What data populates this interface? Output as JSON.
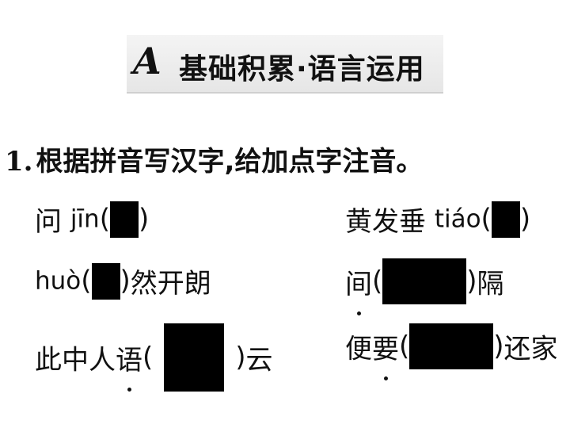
{
  "section": {
    "letter": "A",
    "title": "基础积累·语言运用"
  },
  "question": {
    "number": "1.",
    "text": "根据拼音写汉字,给加点字注音。"
  },
  "items": [
    {
      "before": "问",
      "pinyin": "jīn",
      "open": "(",
      "close": ")",
      "after": ""
    },
    {
      "before": "黄发垂",
      "pinyin": "tiáo",
      "open": "(",
      "close": ")",
      "after": ""
    },
    {
      "before": "",
      "pinyin": "huò",
      "open": "(",
      "close": ")",
      "after": "然开朗"
    },
    {
      "before_plain": "",
      "dotted": "间",
      "open": "(",
      "close": ")",
      "after": "隔"
    },
    {
      "before_plain": "此中人",
      "dotted": "语",
      "open": "(",
      "close": ")",
      "after": "云"
    },
    {
      "before_plain": "便",
      "dotted": "要",
      "open": "(",
      "close": ")",
      "after": "还家"
    }
  ]
}
